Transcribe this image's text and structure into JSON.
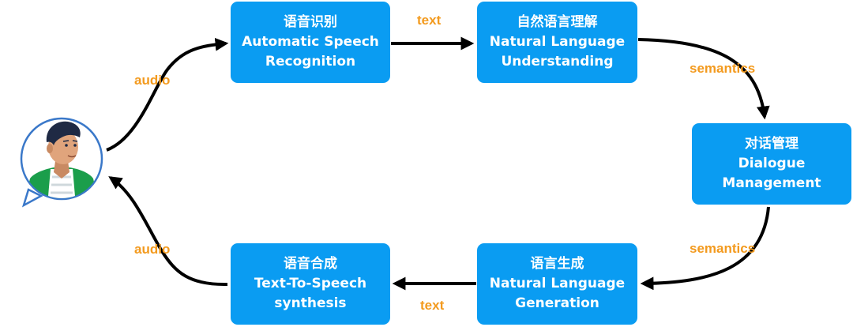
{
  "boxes": {
    "asr": {
      "zh": "语音识别",
      "en1": "Automatic Speech",
      "en2": "Recognition"
    },
    "nlu": {
      "zh": "自然语言理解",
      "en1": "Natural Language",
      "en2": "Understanding"
    },
    "dm": {
      "zh": "对话管理",
      "en1": "Dialogue",
      "en2": "Management"
    },
    "nlg": {
      "zh": "语言生成",
      "en1": "Natural Language",
      "en2": "Generation"
    },
    "tts": {
      "zh": "语音合成",
      "en1": "Text-To-Speech",
      "en2": "synthesis"
    }
  },
  "labels": {
    "audio_in": "audio",
    "text_top": "text",
    "semantics_top": "semantics",
    "semantics_bottom": "semantics",
    "text_bottom": "text",
    "audio_out": "audio"
  },
  "colors": {
    "box": "#0a9cf2",
    "label": "#f39a1e",
    "arrow": "#000000",
    "avatar_border": "#3a78c9"
  },
  "icons": {
    "user": "user-avatar-icon"
  }
}
